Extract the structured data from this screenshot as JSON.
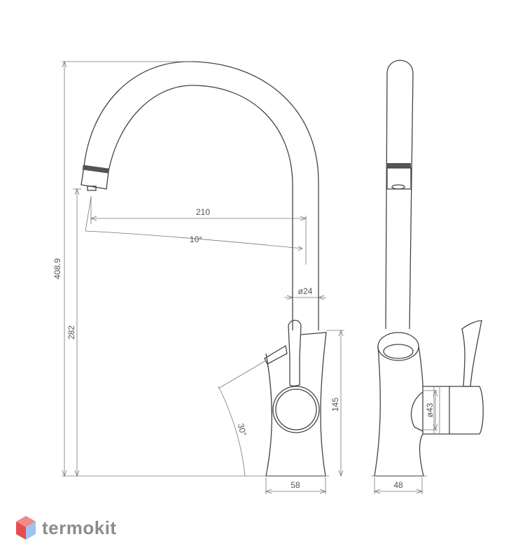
{
  "dimensions": {
    "total_height": "408.9",
    "spout_height": "282",
    "reach": "210",
    "angle_spout": "10°",
    "spout_diameter": "ø24",
    "body_height": "145",
    "angle_handle": "30°",
    "base_width_front": "58",
    "handle_diameter": "ø43",
    "base_width_side": "48"
  },
  "brand": {
    "name": "termokit",
    "logo_colors": [
      "#e84b4b",
      "#f08a8a",
      "#4b8fe8",
      "#9cc3f2"
    ]
  }
}
